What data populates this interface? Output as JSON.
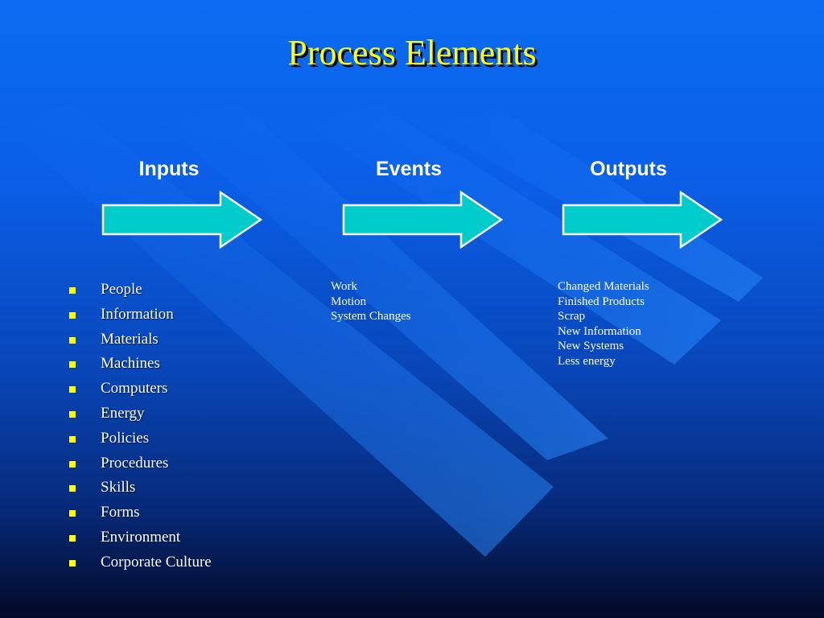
{
  "slide": {
    "title": "Process Elements"
  },
  "columns": [
    {
      "heading": "Inputs"
    },
    {
      "heading": "Events"
    },
    {
      "heading": "Outputs"
    }
  ],
  "inputs": {
    "items": [
      "People",
      "Information",
      "Materials",
      "Machines",
      "Computers",
      "Energy",
      "Policies",
      "Procedures",
      "Skills",
      "Forms",
      "Environment",
      "Corporate Culture"
    ]
  },
  "events": {
    "items": [
      "Work",
      "Motion",
      "System Changes"
    ]
  },
  "outputs": {
    "items": [
      "Changed Materials",
      "Finished Products",
      "Scrap",
      "New Information",
      "New Systems",
      "Less energy"
    ]
  },
  "colors": {
    "title": "#ffff00",
    "arrow_fill": "#00cccc",
    "arrow_outline": "#ffffff",
    "bullet": "#ffff00",
    "text": "#ffffff"
  }
}
